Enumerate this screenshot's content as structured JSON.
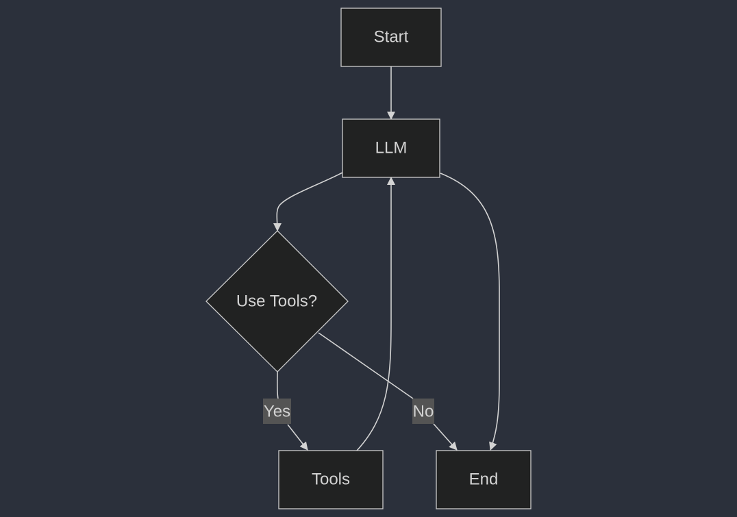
{
  "diagram": {
    "nodes": {
      "start": {
        "label": "Start",
        "shape": "rectangle"
      },
      "llm": {
        "label": "LLM",
        "shape": "rectangle"
      },
      "decision": {
        "label": "Use Tools?",
        "shape": "diamond"
      },
      "tools": {
        "label": "Tools",
        "shape": "rectangle"
      },
      "end": {
        "label": "End",
        "shape": "rectangle"
      }
    },
    "edges": [
      {
        "from": "start",
        "to": "llm",
        "label": ""
      },
      {
        "from": "llm",
        "to": "decision",
        "label": ""
      },
      {
        "from": "llm",
        "to": "end",
        "label": ""
      },
      {
        "from": "decision",
        "to": "tools",
        "label": "Yes"
      },
      {
        "from": "decision",
        "to": "end",
        "label": "No"
      },
      {
        "from": "tools",
        "to": "llm",
        "label": ""
      }
    ],
    "edge_labels": {
      "yes": "Yes",
      "no": "No"
    },
    "colors": {
      "background": "#2b303b",
      "node_fill": "#212222",
      "node_stroke": "#cccccc",
      "text": "#d3d3d3",
      "edge": "#d3d3d3",
      "edge_label_bg": "#545454"
    }
  }
}
